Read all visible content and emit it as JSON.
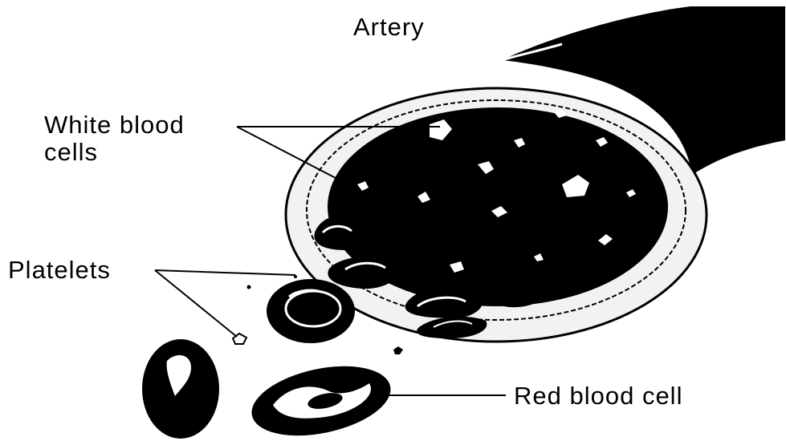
{
  "diagram": {
    "labels": {
      "artery": "Artery",
      "white_line1": "White blood",
      "white_line2": "cells",
      "platelets": "Platelets",
      "red": "Red blood cell"
    },
    "colors": {
      "ink": "#000000",
      "paper": "#ffffff",
      "wall": "#ececec"
    }
  }
}
